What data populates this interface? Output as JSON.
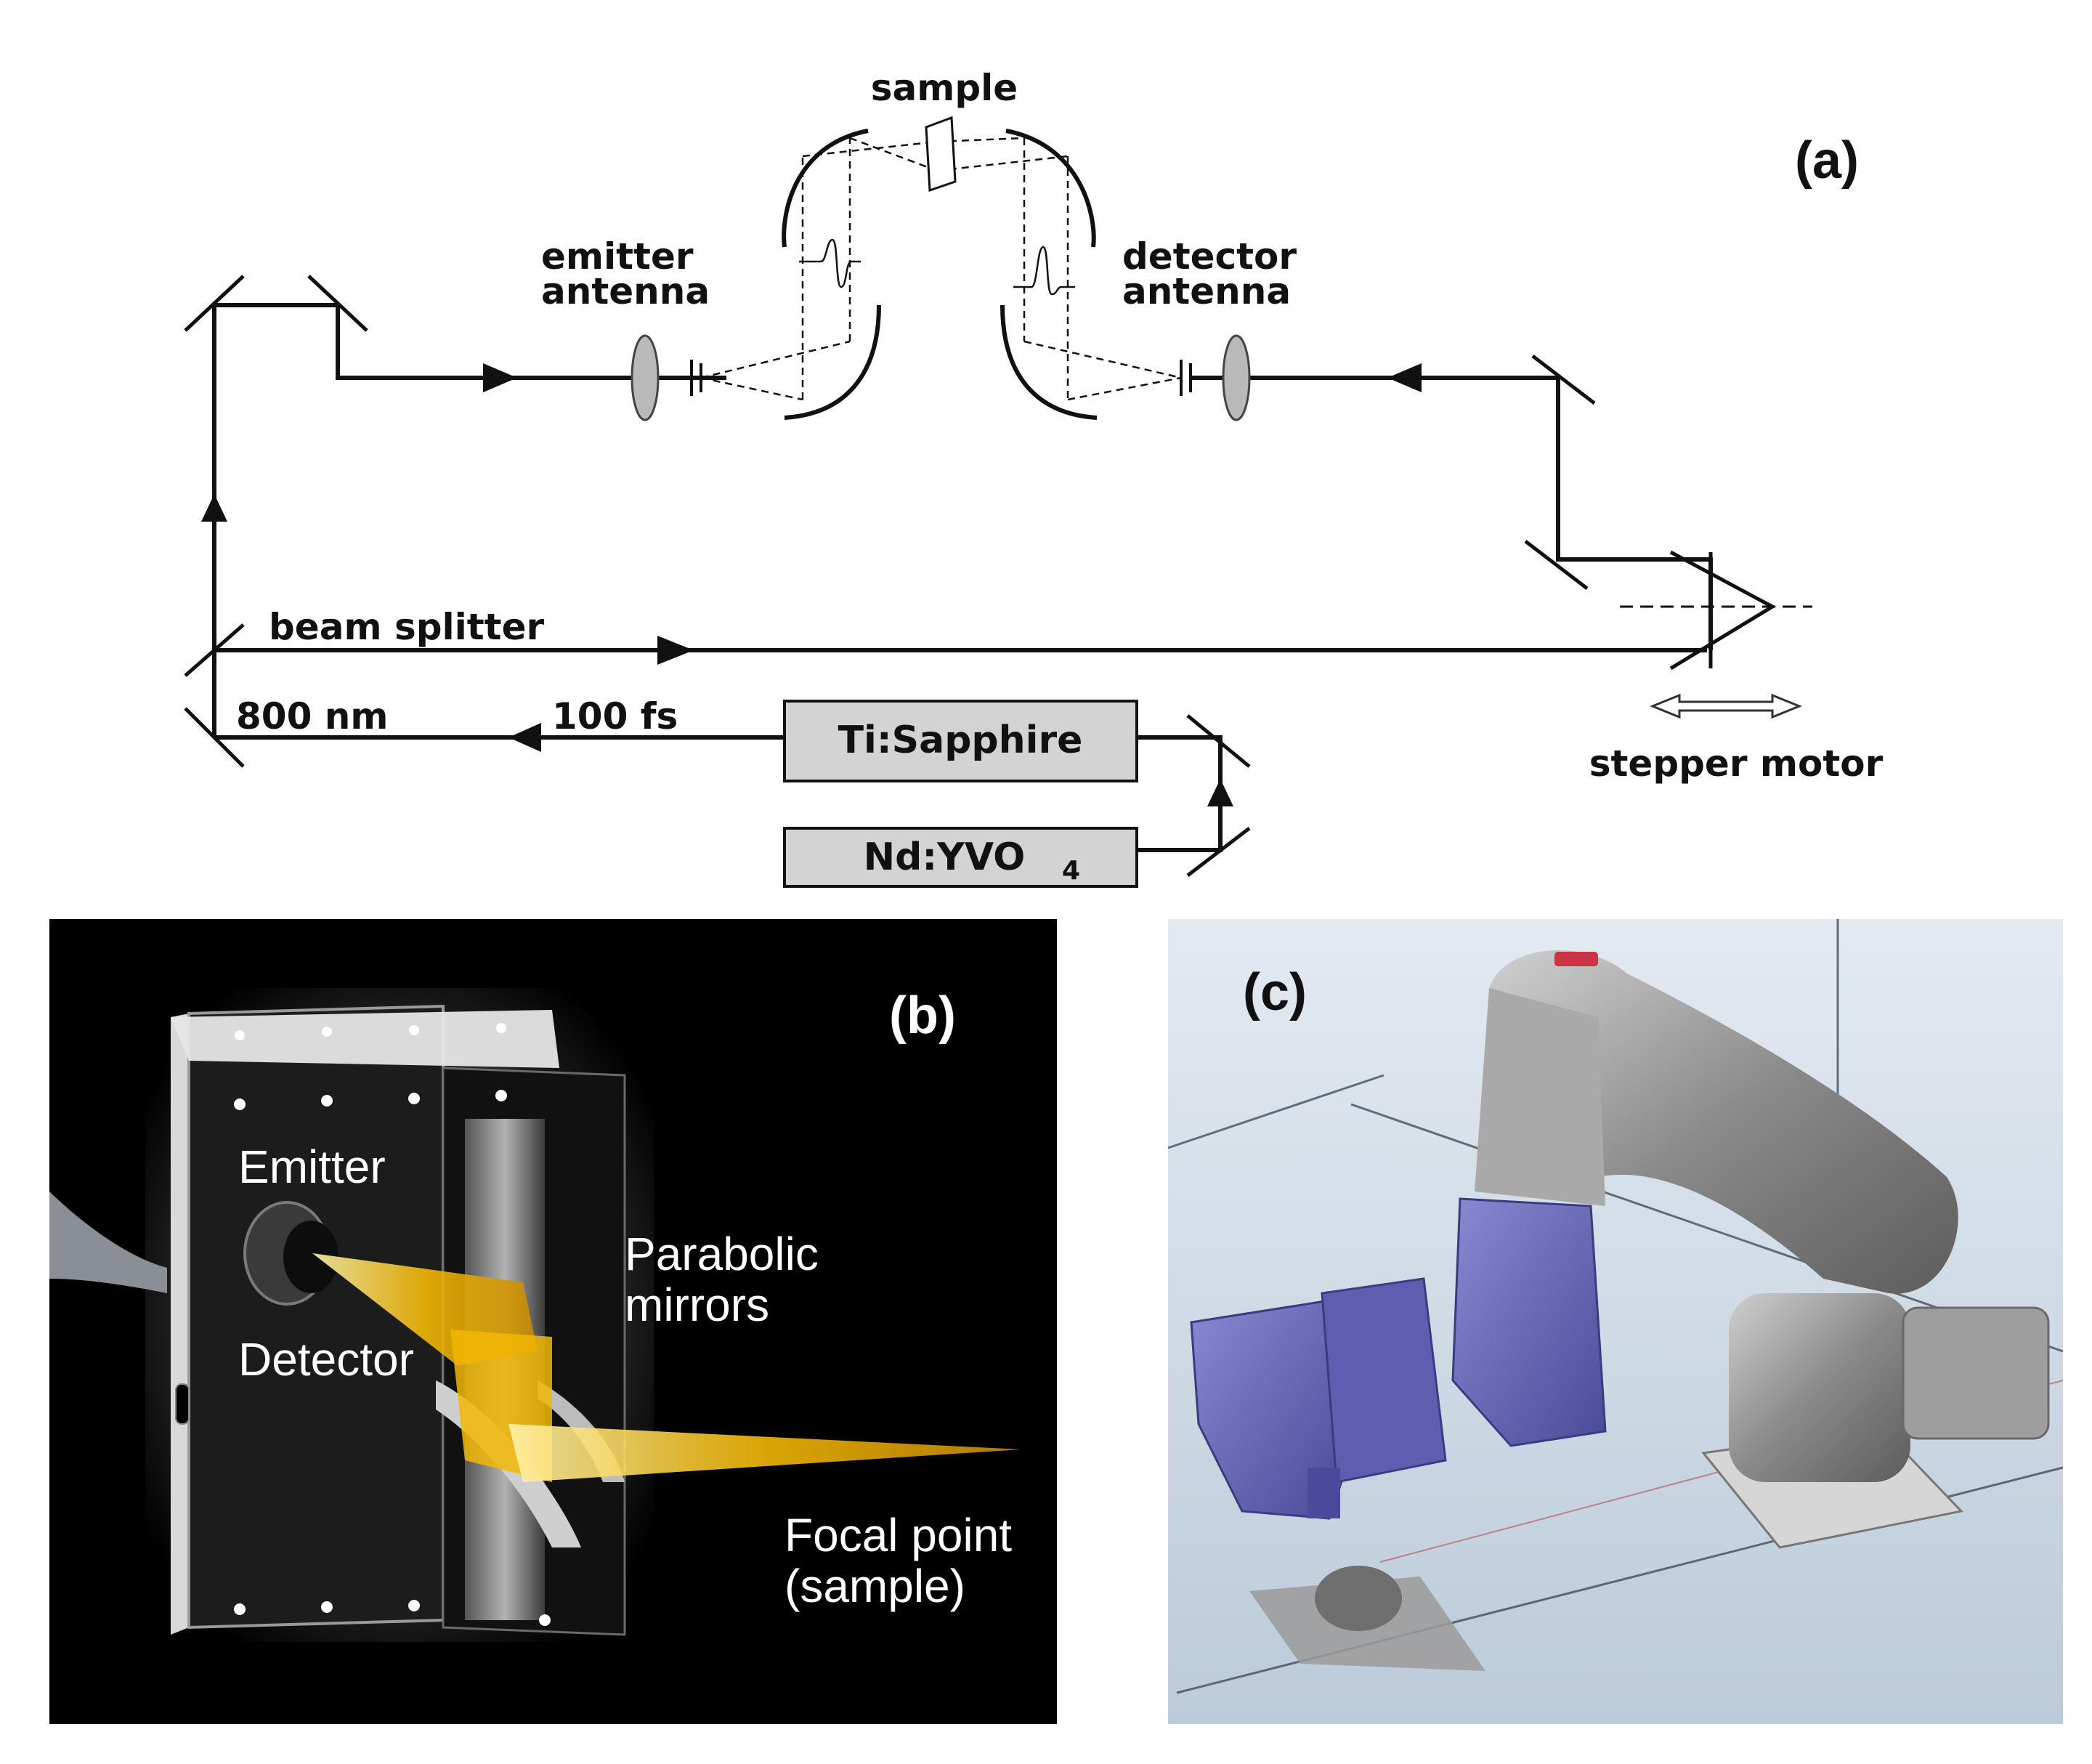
{
  "panel_a": {
    "label": "(a)",
    "sample": "sample",
    "emitter_antenna_line1": "emitter",
    "emitter_antenna_line2": "antenna",
    "detector_antenna_line1": "detector",
    "detector_antenna_line2": "antenna",
    "beam_splitter": "beam splitter",
    "wavelength": "800 nm",
    "pulse": "100 fs",
    "ti_sapphire": "Ti:Sapphire",
    "nd_yvo": "Nd:YVO",
    "nd_yvo_subscript": "4",
    "stepper_motor": "stepper motor"
  },
  "panel_b": {
    "label": "(b)",
    "emitter": "Emitter",
    "detector": "Detector",
    "parabolic_line1": "Parabolic",
    "parabolic_line2": "mirrors",
    "focal_line1": "Focal point",
    "focal_line2": "(sample)"
  },
  "panel_c": {
    "label": "(c)",
    "colors": {
      "floor": "#c7d5e2",
      "robot_gray": "#8f8f8f",
      "tool_blue": "#6a68b8"
    }
  },
  "colors": {
    "beam_yellow": "#f2b705",
    "box_fill": "#d3d3d3"
  }
}
